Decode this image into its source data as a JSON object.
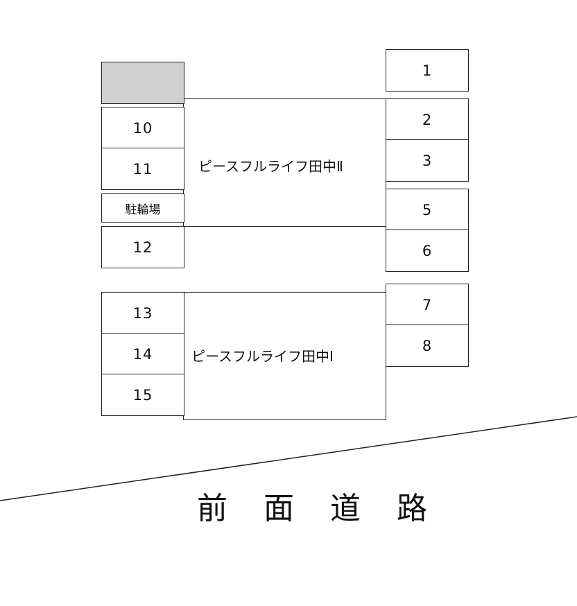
{
  "left_spaces": {
    "s10": "10",
    "s11": "11",
    "bicycle": "駐輪場",
    "s12": "12",
    "s13": "13",
    "s14": "14",
    "s15": "15"
  },
  "right_spaces": {
    "s1": "1",
    "s2": "2",
    "s3": "3",
    "s5": "5",
    "s6": "6",
    "s7": "7",
    "s8": "8"
  },
  "buildings": {
    "b2": "ピースフルライフ田中Ⅱ",
    "b1": "ピースフルライフ田中Ⅰ"
  },
  "road_label": "前面道路",
  "colors": {
    "reserved_space": "#d0d0d0",
    "line": "#222222"
  }
}
